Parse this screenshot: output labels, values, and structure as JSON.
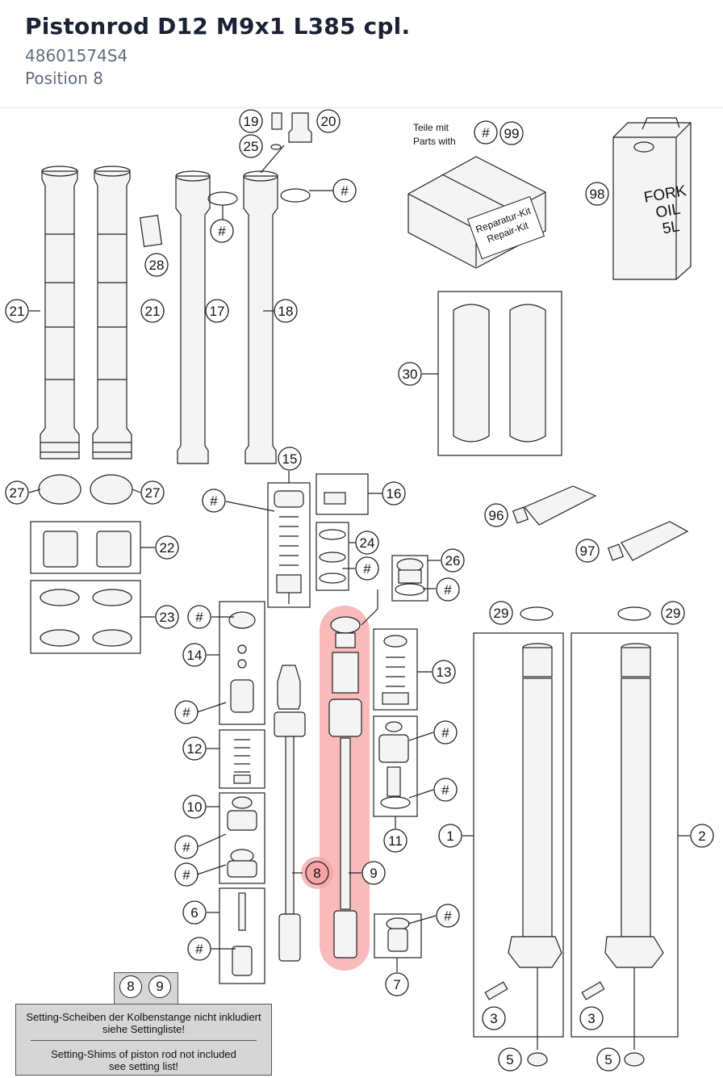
{
  "header": {
    "title": "Pistonrod D12 M9x1 L385 cpl.",
    "part_number": "48601574S4",
    "position": "Position 8"
  },
  "highlight_color": "#f5a3a3",
  "callouts": {
    "c19": "19",
    "c20": "20",
    "c25": "25",
    "c21a": "21",
    "c21b": "21",
    "c17": "17",
    "c18": "18",
    "c28": "28",
    "c27a": "27",
    "c27b": "27",
    "c22": "22",
    "c23": "23",
    "c14": "14",
    "c12": "12",
    "c10": "10",
    "c6": "6",
    "c15": "15",
    "c16": "16",
    "c24": "24",
    "c26": "26",
    "c13": "13",
    "c11": "11",
    "c7": "7",
    "c8": "8",
    "c9": "9",
    "c1": "1",
    "c2": "2",
    "c29a": "29",
    "c29b": "29",
    "c3a": "3",
    "c3b": "3",
    "c5a": "5",
    "c5b": "5",
    "c30": "30",
    "c96": "96",
    "c97": "97",
    "c98": "98",
    "c99": "99",
    "hash": "#"
  },
  "labels": {
    "teile_mit": "Teile mit",
    "parts_with": "Parts with",
    "kit_line1": "Reparatur-Kit",
    "kit_line2": "Repair-Kit",
    "oil_line1": "FORK",
    "oil_line2": "OIL",
    "oil_line3": "5L"
  },
  "note": {
    "tab_a": "8",
    "tab_b": "9",
    "de_line1": "Setting-Scheiben der Kolbenstange nicht inkludiert",
    "de_line2": "siehe Settingliste!",
    "en_line1": "Setting-Shims of piston rod not included",
    "en_line2": "see setting list!"
  }
}
